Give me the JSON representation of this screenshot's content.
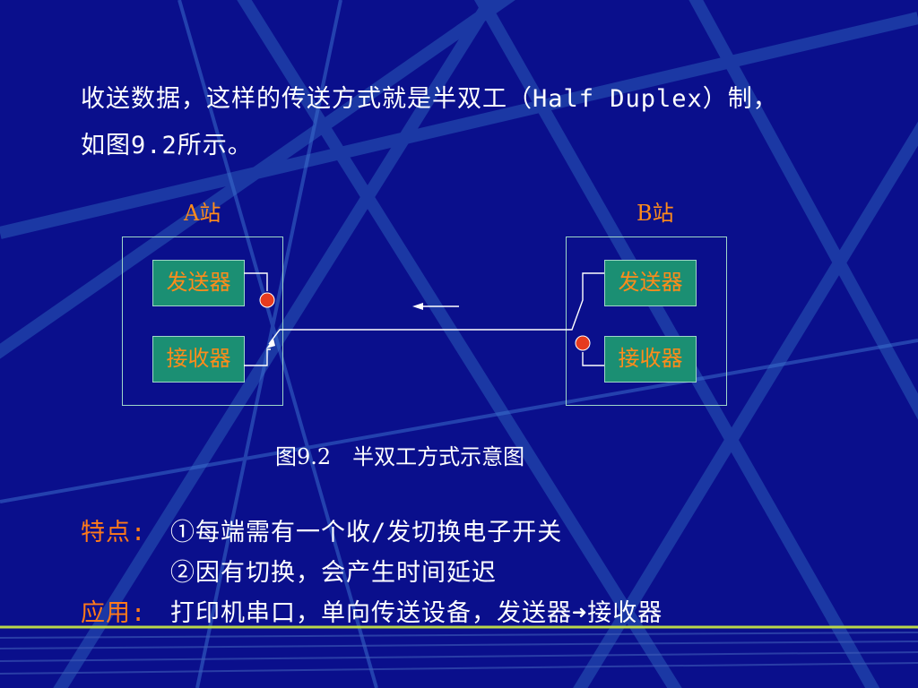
{
  "slide": {
    "line1": "收送数据，这样的传送方式就是半双工（Half Duplex）制，",
    "line2": "如图9.2所示。",
    "station_a": "A站",
    "station_b": "B站",
    "a_sender": "发送器",
    "a_receiver": "接收器",
    "b_sender": "发送器",
    "b_receiver": "接收器",
    "caption": "图9.2　半双工方式示意图",
    "feature_label": "特点:",
    "feature_1": "①每端需有一个收/发切换电子开关",
    "feature_2": "②因有切换，会产生时间延迟",
    "apply_label": "应用:",
    "apply_text": "打印机串口，单向传送设备，发送器➜接收器"
  },
  "colors": {
    "background": "#0a0f8c",
    "box_fill": "#1b8f73",
    "box_text": "#ff8c1a",
    "switch_dot": "#e63b1f",
    "label_orange": "#ff7a1a"
  }
}
